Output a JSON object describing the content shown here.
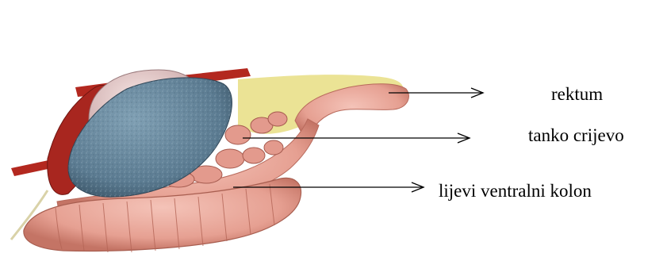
{
  "labels": [
    {
      "text": "rektum"
    },
    {
      "text": "tanko crijevo"
    },
    {
      "text": "lijevi ventralni kolon"
    }
  ],
  "colors": {
    "background": "#ffffff",
    "colon": "#e8a79a",
    "colon_shadow": "#c97a6c",
    "mesentery": "#e9e08a",
    "liver": "#5d7f95",
    "stomach": "#e8cfd0",
    "vessel": "#b3281f",
    "arrow": "#000000"
  }
}
